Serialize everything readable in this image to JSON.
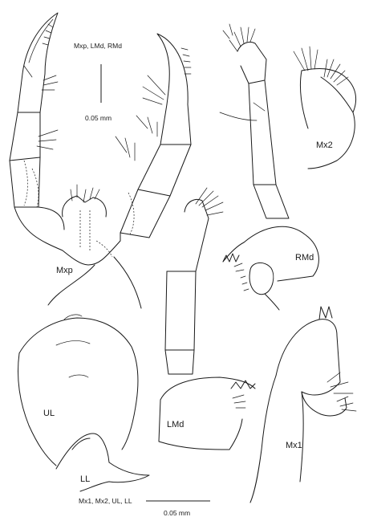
{
  "labels": {
    "mxp": "Mxp",
    "rmd": "RMd",
    "mx2": "Mx2",
    "lmd": "LMd",
    "ul": "UL",
    "ll": "LL",
    "mx1": "Mx1"
  },
  "scale_bars": {
    "top": {
      "groups": "Mxp, LMd, RMd",
      "length": "0.05 mm"
    },
    "bottom": {
      "groups": "Mx1, Mx2, UL, LL",
      "length": "0.05 mm"
    }
  }
}
